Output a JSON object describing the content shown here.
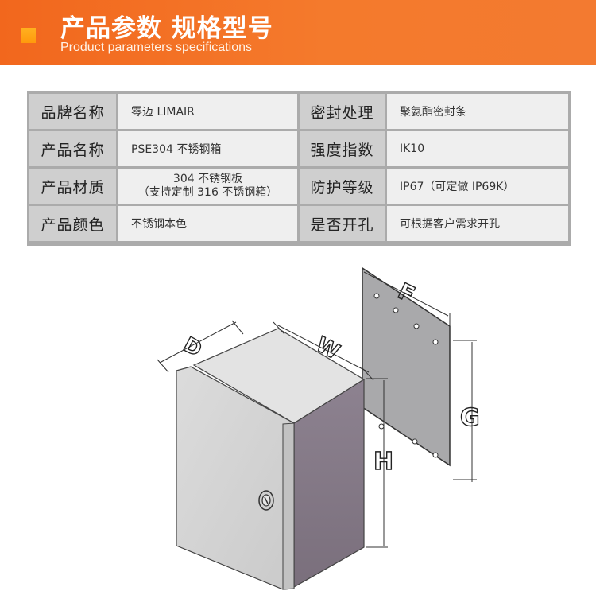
{
  "header": {
    "title": "产品参数 规格型号",
    "subtitle": "Product parameters specifications"
  },
  "specs": {
    "rows": [
      {
        "label1": "品牌名称",
        "value1": "零迈 LIMAIR",
        "label2": "密封处理",
        "value2": "聚氨酯密封条"
      },
      {
        "label1": "产品名称",
        "value1": "PSE304 不锈钢箱",
        "label2": "强度指数",
        "value2": "IK10"
      },
      {
        "label1": "产品材质",
        "value1_line1": "304 不锈钢板",
        "value1_line2": "（支持定制 316 不锈钢箱）",
        "label2": "防护等级",
        "value2": "IP67（可定做 IP69K）"
      },
      {
        "label1": "产品颜色",
        "value1": "不锈钢本色",
        "label2": "是否开孔",
        "value2": "可根据客户需求开孔"
      }
    ]
  },
  "diagram": {
    "labels": {
      "D": "D",
      "W": "W",
      "H": "H",
      "F": "F",
      "G": "G"
    },
    "colors": {
      "front": "#d7d7d7",
      "side": "#857a86",
      "top": "#e3e3e3",
      "plate": "#a9a9ab",
      "line": "#333333"
    }
  }
}
